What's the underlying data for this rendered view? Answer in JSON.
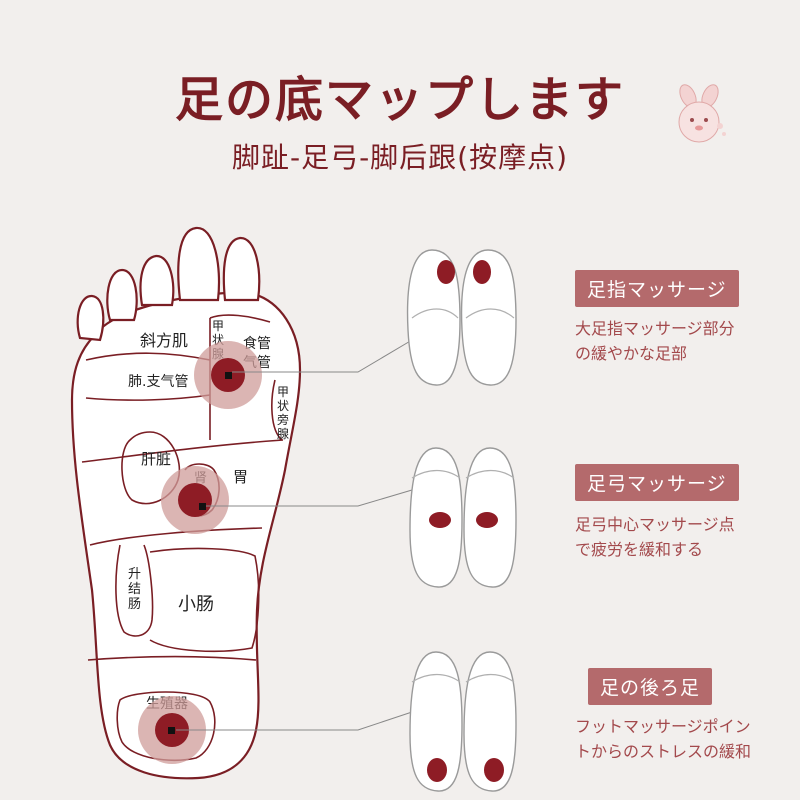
{
  "header": {
    "title": "足の底マップします",
    "subtitle": "脚趾-足弓-脚后跟(按摩点)"
  },
  "foot_labels": {
    "trapezius": "斜方肌",
    "thyroid": "甲状腺",
    "esophagus": "食管",
    "trachea": "气管",
    "lung_bronchus": "肺.支气管",
    "parathyroid": "甲状旁腺",
    "liver": "肝脏",
    "kidney": "肾",
    "stomach": "胃",
    "ascending_colon": "升结肠",
    "small_intestine": "小肠",
    "reproductive": "生殖器"
  },
  "sections": [
    {
      "badge": "足指マッサージ",
      "lines": [
        "大足指マッサージ部分",
        "の緩やかな足部"
      ]
    },
    {
      "badge": "足弓マッサージ",
      "lines": [
        "足弓中心マッサージ点",
        "で疲労を緩和する"
      ]
    },
    {
      "badge": "足の後ろ足",
      "lines": [
        "フットマッサージポイン",
        "トからのストレスの緩和"
      ]
    }
  ],
  "colors": {
    "accent": "#7a1e24",
    "badge": "#b46a6c",
    "point": "#8e1c25",
    "halo": "#cf9c9a"
  }
}
